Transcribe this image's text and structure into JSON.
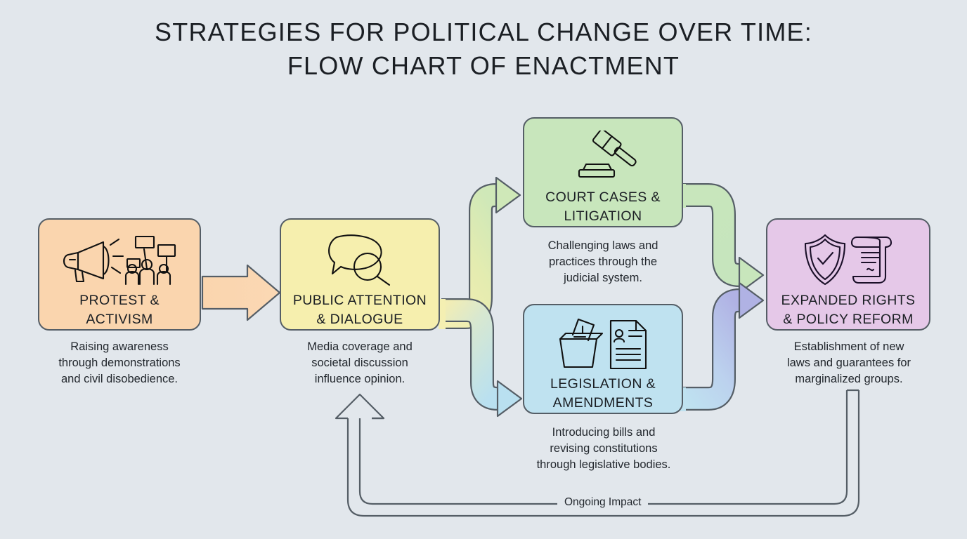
{
  "title": {
    "line1": "Strategies for Political Change Over Time:",
    "line2": "Flow Chart of Enactment"
  },
  "colors": {
    "background": "#e2e7ec",
    "outline": "#555e66",
    "text": "#1b1f24",
    "protest": "#fad5ae",
    "public_attention": "#f6efae",
    "court_cases": "#c8e6bc",
    "legislation": "#bfe2f0",
    "expanded_rights": "#e5c8e8"
  },
  "nodes": [
    {
      "id": "protest",
      "label": "Protest &\nActivism",
      "label_line1": "PROTEST &",
      "label_line2": "ACTIVISM",
      "caption": "Raising awareness through demonstrations and civil disobedience.",
      "caption_line1": "Raising awareness",
      "caption_line2": "through demonstrations",
      "caption_line3": "and civil disobedience.",
      "icon": "megaphone-and-protesters-icon",
      "color": "#fad5ae"
    },
    {
      "id": "public-attention",
      "label": "Public Attention & Dialogue",
      "label_line1": "PUBLIC ATTENTION",
      "label_line2": "& DIALOGUE",
      "caption": "Media coverage and societal discussion influence opinion.",
      "caption_line1": "Media coverage and",
      "caption_line2": "societal discussion",
      "caption_line3": "influence opinion.",
      "icon": "speech-bubble-magnifier-icon",
      "color": "#f6efae"
    },
    {
      "id": "court-cases",
      "label": "Court Cases & Litigation",
      "label_line1": "COURT CASES &",
      "label_line2": "LITIGATION",
      "caption": "Challenging laws and practices through the judicial system.",
      "caption_line1": "Challenging laws and",
      "caption_line2": "practices through the",
      "caption_line3": "judicial system.",
      "icon": "gavel-icon",
      "color": "#c8e6bc"
    },
    {
      "id": "legislation",
      "label": "Legislation & Amendments",
      "label_line1": "LEGISLATION &",
      "label_line2": "AMENDMENTS",
      "caption": "Introducing bills and revising constitutions through legislative bodies.",
      "caption_line1": "Introducing bills and",
      "caption_line2": "revising constitutions",
      "caption_line3": "through legislative bodies.",
      "icon": "ballot-box-and-document-icon",
      "color": "#bfe2f0"
    },
    {
      "id": "expanded-rights",
      "label": "Expanded Rights & Policy Reform",
      "label_line1": "EXPANDED RIGHTS",
      "label_line2": "& POLICY REFORM",
      "caption": "Establishment of new laws and guarantees for marginalized groups.",
      "caption_line1": "Establishment of new",
      "caption_line2": "laws and guarantees for",
      "caption_line3": "marginalized groups.",
      "icon": "shield-check-and-scroll-icon",
      "color": "#e5c8e8"
    }
  ],
  "connectors": [
    {
      "id": "protest-to-public",
      "from": "protest",
      "to": "public-attention",
      "style": "straight-block-arrow",
      "color_from": "#fad5ae",
      "color_to": "#f6efae"
    },
    {
      "id": "public-to-court",
      "from": "public-attention",
      "to": "court-cases",
      "style": "s-curve-up-arrow",
      "color_from": "#f6efae",
      "color_to": "#c8e6bc"
    },
    {
      "id": "public-to-legislation",
      "from": "public-attention",
      "to": "legislation",
      "style": "s-curve-down-arrow",
      "color_from": "#f6efae",
      "color_to": "#bfe2f0"
    },
    {
      "id": "court-to-rights",
      "from": "court-cases",
      "to": "expanded-rights",
      "style": "s-curve-down-arrow",
      "color_from": "#c8e6bc",
      "color_to": "#c9e6c0"
    },
    {
      "id": "legislation-to-rights",
      "from": "legislation",
      "to": "expanded-rights",
      "style": "s-curve-up-arrow",
      "color_from": "#bfe2f0",
      "color_to": "#b3b4e6"
    }
  ],
  "feedback_loop": {
    "id": "ongoing-impact-loop",
    "label": "Ongoing Impact",
    "from": "expanded-rights",
    "to": "public-attention",
    "style": "outlined-arrow"
  }
}
